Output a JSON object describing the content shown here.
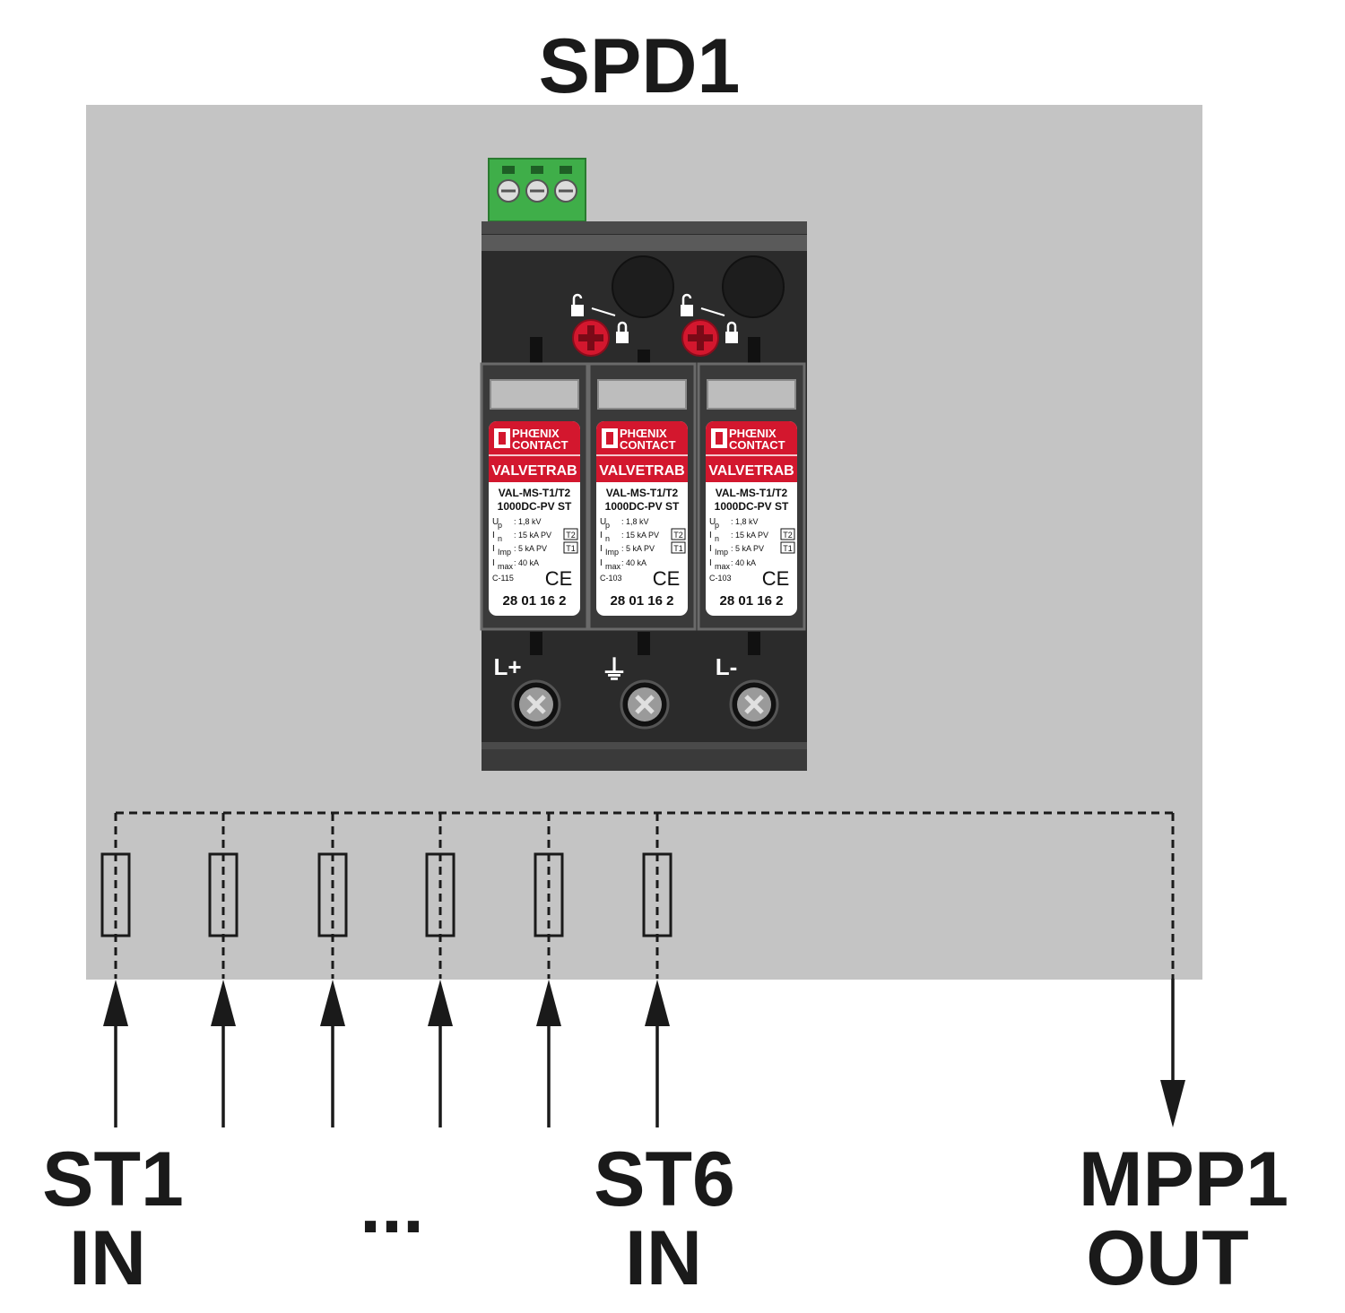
{
  "title": "SPD1",
  "colors": {
    "panel": "#c4c4c4",
    "housing": "#2b2b2b",
    "brand_red": "#d3172e",
    "connector_green": "#3fae49",
    "wire": "#1a1a1a"
  },
  "device": {
    "modules": [
      {
        "brand_line1": "PHŒNIX",
        "brand_line2": "CONTACT",
        "series": "VALVETRAB",
        "model_line1": "VAL-MS-T1/T2",
        "model_line2": "1000DC-PV ST",
        "up_label": "U",
        "up_sub": "p",
        "up_value": ": 1,8 kV",
        "in_label": "I",
        "in_sub": "n",
        "in_value": ": 15 kA PV",
        "in_class": "T2",
        "iimp_label": "I",
        "iimp_sub": "Imp",
        "iimp_value": ": 5   kA PV",
        "iimp_class": "T1",
        "imax_label": "I",
        "imax_sub": "max",
        "imax_value": ": 40 kA",
        "code": "C-115",
        "ce": "CE",
        "article": "28 01 16 2"
      },
      {
        "brand_line1": "PHŒNIX",
        "brand_line2": "CONTACT",
        "series": "VALVETRAB",
        "model_line1": "VAL-MS-T1/T2",
        "model_line2": "1000DC-PV ST",
        "up_label": "U",
        "up_sub": "p",
        "up_value": ": 1,8 kV",
        "in_label": "I",
        "in_sub": "n",
        "in_value": ": 15 kA PV",
        "in_class": "T2",
        "iimp_label": "I",
        "iimp_sub": "Imp",
        "iimp_value": ": 5   kA PV",
        "iimp_class": "T1",
        "imax_label": "I",
        "imax_sub": "max",
        "imax_value": ": 40 kA",
        "code": "C-103",
        "ce": "CE",
        "article": "28 01 16 2"
      },
      {
        "brand_line1": "PHŒNIX",
        "brand_line2": "CONTACT",
        "series": "VALVETRAB",
        "model_line1": "VAL-MS-T1/T2",
        "model_line2": "1000DC-PV ST",
        "up_label": "U",
        "up_sub": "p",
        "up_value": ": 1,8 kV",
        "in_label": "I",
        "in_sub": "n",
        "in_value": ": 15 kA PV",
        "in_class": "T2",
        "iimp_label": "I",
        "iimp_sub": "Imp",
        "iimp_value": ": 5   kA PV",
        "iimp_class": "T1",
        "imax_label": "I",
        "imax_sub": "max",
        "imax_value": ": 40 kA",
        "code": "C-103",
        "ce": "CE",
        "article": "28 01 16 2"
      }
    ],
    "terminals": {
      "left": "L+",
      "middle": "⏚",
      "right": "L-"
    }
  },
  "inputs": {
    "first_line1": "ST1",
    "first_line2": "IN",
    "ellipsis": "...",
    "last_line1": "ST6",
    "last_line2": "IN"
  },
  "output": {
    "line1": "MPP1",
    "line2": "OUT"
  }
}
